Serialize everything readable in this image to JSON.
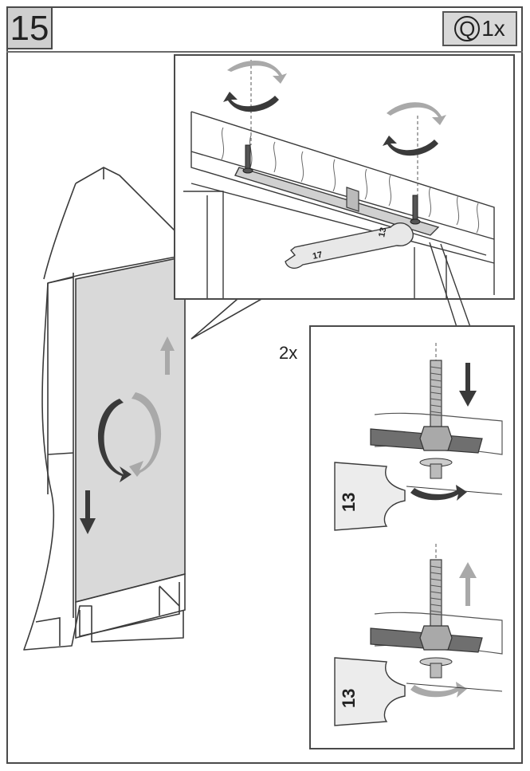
{
  "step": {
    "number": "15"
  },
  "quantity": {
    "letter": "Q",
    "count": "1x"
  },
  "detail": {
    "multiplier": "2x"
  },
  "wrench": {
    "size_main": "13",
    "size_secondary": "17"
  },
  "colors": {
    "line": "#3a3a3a",
    "door": "#d9d9d9",
    "arrow_dark": "#3a3a3a",
    "arrow_light": "#a9a9a9",
    "plate": "#6f6f6f"
  }
}
